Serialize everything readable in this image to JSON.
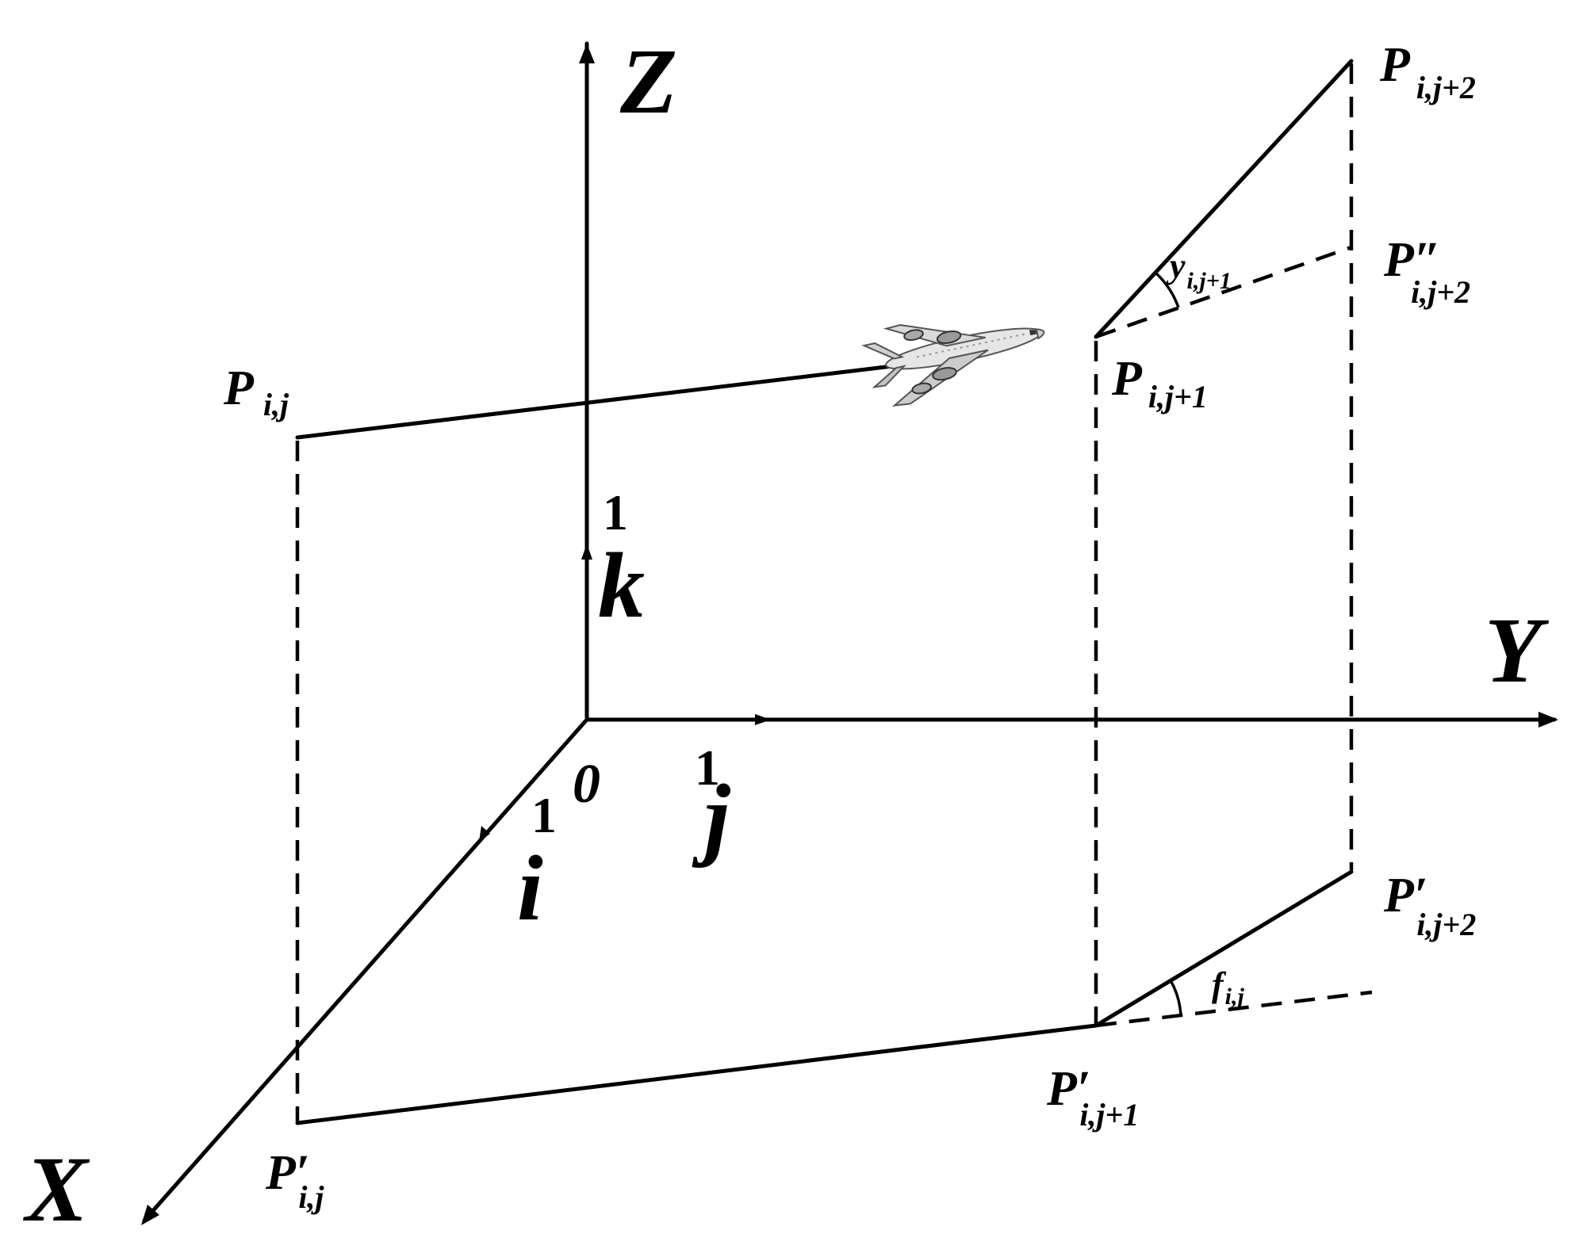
{
  "axes": {
    "x_label": "X",
    "y_label": "Y",
    "z_label": "Z",
    "origin_label": "0"
  },
  "unit_vectors": {
    "i": {
      "letter": "i",
      "unit": "1"
    },
    "j": {
      "letter": "j",
      "unit": "1"
    },
    "k": {
      "letter": "k",
      "unit": "1"
    }
  },
  "points": {
    "p_ij": {
      "base": "P",
      "sub": "i,j"
    },
    "p_ij1": {
      "base": "P",
      "sub": "i,j+1"
    },
    "p_ij2": {
      "base": "P",
      "sub": "i,j+2"
    },
    "pdd_ij2": {
      "base": "P″",
      "sub": "i,j+2"
    },
    "pp_ij": {
      "base": "P′",
      "sub": "i,j"
    },
    "pp_ij1": {
      "base": "P′",
      "sub": "i,j+1"
    },
    "pp_ij2": {
      "base": "P′",
      "sub": "i,j+2"
    }
  },
  "angles": {
    "psi": {
      "base": "y",
      "sub": "i,j+1"
    },
    "phi": {
      "base": "f",
      "sub": "i,j"
    }
  },
  "icons": {
    "aircraft": "airplane-icon"
  }
}
